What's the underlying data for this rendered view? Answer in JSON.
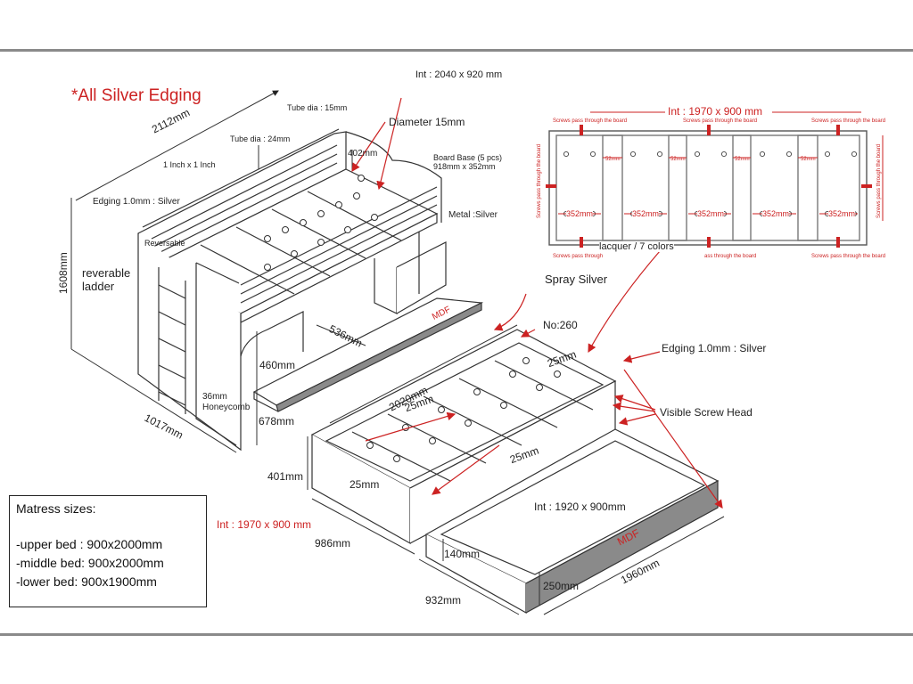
{
  "title": "*All Silver Edging",
  "labels": {
    "int_top": "Int : 2040 x 920 mm",
    "tube_15": "Tube dia : 15mm",
    "diameter": "Diameter 15mm",
    "tube_24": "Tube dia : 24mm",
    "inch": "1 Inch x 1 Inch",
    "h402": "402mm",
    "board_base_1": "Board Base (5 pcs)",
    "board_base_2": "918mm x 352mm",
    "edging_left": "Edging 1.0mm : Silver",
    "reversable": "Reversable",
    "metal": "Metal :Silver",
    "len2112": "2112mm",
    "h1608": "1608mm",
    "ladder_1": "reverable",
    "ladder_2": "ladder",
    "mdf_top": "MDF",
    "d536": "536mm",
    "h460": "460mm",
    "honey_1": "36mm",
    "honey_2": "Honeycomb",
    "h678": "678mm",
    "w1017": "1017mm",
    "spray": "Spray Silver",
    "no260": "No:260",
    "edging_right": "Edging 1.0mm : Silver",
    "visible_screw": "Visible Screw Head",
    "len2020": "2020mm",
    "s25a": "25mm",
    "s25b": "25mm",
    "s25c": "25mm",
    "s25d": "25mm",
    "h401": "401mm",
    "int_mid": "Int : 1970 x 900 mm",
    "w986": "986mm",
    "int_low": "Int : 1920 x 900mm",
    "mdf_low": "MDF",
    "h140": "140mm",
    "h250": "250mm",
    "len1960": "1960mm",
    "w932": "932mm"
  },
  "plan": {
    "title": "Int : 1970 x 900 mm",
    "screws_top": [
      "Screws pass through the board",
      "Screws pass through the board",
      "Screws pass through the board"
    ],
    "screws_bottom": [
      "Screws pass through",
      "ass through the board",
      "Screws pass through the board"
    ],
    "side_left": "Screws pass through the board",
    "side_right": "Screws pass through the board",
    "gaps": [
      "52mm",
      "52mm",
      "52mm",
      "52mm"
    ],
    "widths": [
      "352mm",
      "352mm",
      "352mm",
      "352mm",
      "352mm"
    ],
    "lacquer": "lacquer / 7 colors"
  },
  "mattress": {
    "heading": "Matress sizes:",
    "upper": "-upper bed : 900x2000mm",
    "middle": "-middle bed: 900x2000mm",
    "lower": "-lower bed:   900x1900mm"
  },
  "colors": {
    "accent_red": "#cc2222",
    "mdf_gray": "#8a8a8a",
    "line": "#333333"
  }
}
